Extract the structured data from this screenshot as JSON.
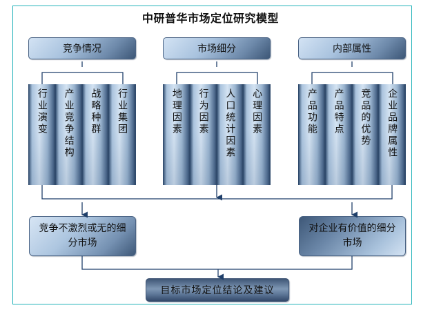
{
  "title": "中研普华市场定位研究模型",
  "colors": {
    "frame_border": "#1fb1b8",
    "connector": "#1f3f6a",
    "box_dark": "#3c5676",
    "box_light": "#d3e3f4"
  },
  "categories": [
    {
      "label": "竞争情况",
      "factors": [
        "行业演变",
        "产业竞争结构",
        "战略种群",
        "行业集团"
      ]
    },
    {
      "label": "市场细分",
      "factors": [
        "地理因素",
        "行为因素",
        "人口统计因素",
        "心理因素"
      ]
    },
    {
      "label": "内部属性",
      "factors": [
        "产品功能",
        "产品特点",
        "竞品的优势",
        "企业品牌属性"
      ]
    }
  ],
  "results": {
    "left": "竞争不激烈或无的细分市场",
    "right": "对企业有价值的细分市场"
  },
  "conclusion": "目标市场定位结论及建议"
}
